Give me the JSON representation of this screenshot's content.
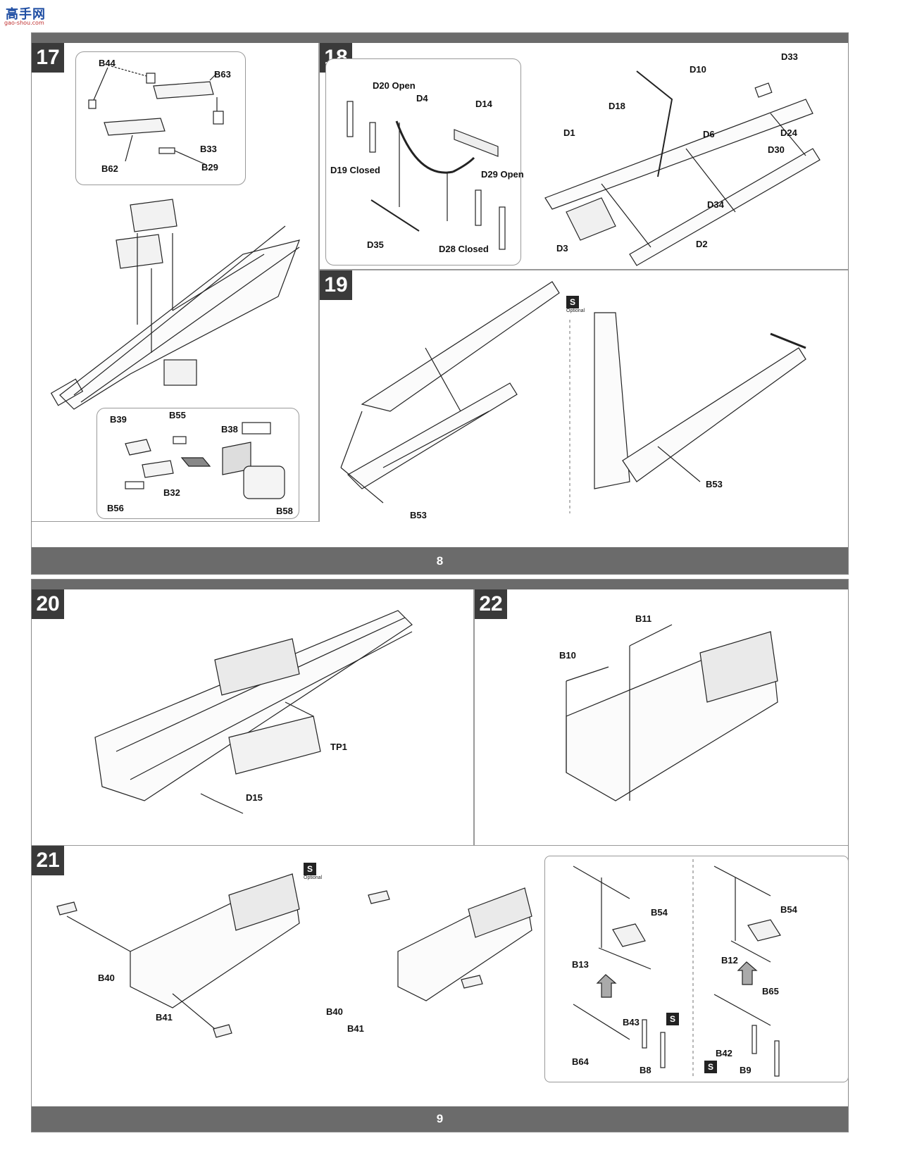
{
  "watermark": {
    "site_name": "高手网",
    "site_url": "gao-shou.com"
  },
  "page_top": {
    "number": "8",
    "steps": [
      {
        "number": "17",
        "parts": [
          "B44",
          "B63",
          "B33",
          "B62",
          "B29",
          "B39",
          "B55",
          "B38",
          "B32",
          "B56",
          "B58"
        ]
      },
      {
        "number": "18",
        "parts": [
          "D20 Open",
          "D4",
          "D14",
          "D19 Closed",
          "D29 Open",
          "D35",
          "D28 Closed",
          "D33",
          "D10",
          "D18",
          "D1",
          "D6",
          "D24",
          "D30",
          "D34",
          "D3",
          "D2"
        ]
      },
      {
        "number": "19",
        "parts": [
          "B53",
          "B53"
        ],
        "optional": "Optional"
      }
    ]
  },
  "page_bottom": {
    "number": "9",
    "steps": [
      {
        "number": "20",
        "parts": [
          "TP1",
          "D15"
        ]
      },
      {
        "number": "22",
        "parts": [
          "B11",
          "B10"
        ]
      },
      {
        "number": "21",
        "parts": [
          "B40",
          "B41",
          "B40",
          "B41",
          "B54",
          "B13",
          "B43",
          "B64",
          "B8",
          "B54",
          "B12",
          "B65",
          "B42",
          "B9"
        ],
        "optional": "Optional"
      }
    ]
  }
}
